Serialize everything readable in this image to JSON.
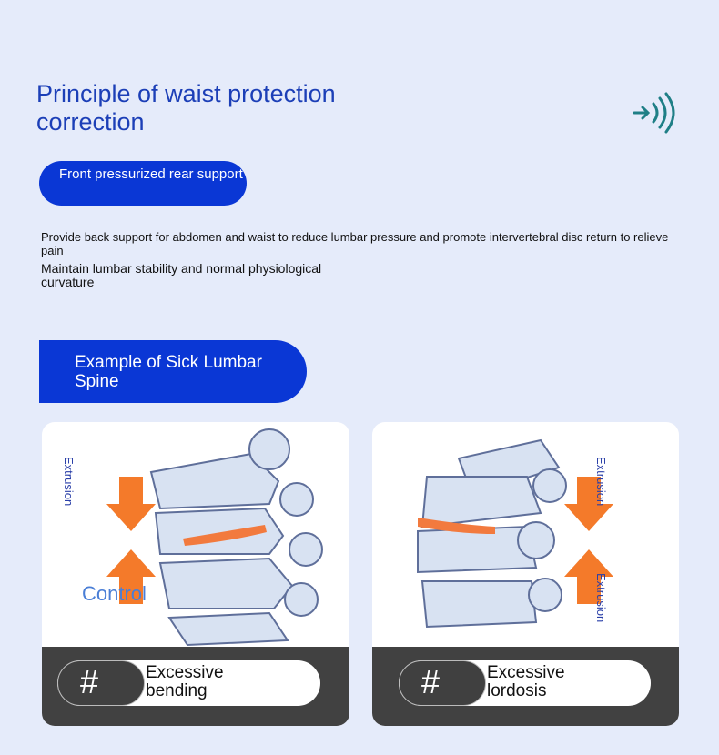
{
  "title": "Principle of waist protection correction",
  "sound_icon": "sound-wave-icon",
  "pill_label": "Front pressurized rear support",
  "desc1": "Provide back support for abdomen and waist to reduce lumbar pressure and promote intervertebral disc return to relieve pain",
  "desc2": "Maintain lumbar stability and normal physiological curvature",
  "section_title": "Example of Sick Lumbar Spine",
  "cards": [
    {
      "top_label": "Extrusion",
      "overlay": "Control",
      "hash": "#",
      "tag": "Excessive bending"
    },
    {
      "top_label": "Extrusion",
      "bottom_label": "Extrusion",
      "hash": "#",
      "tag": "Excessive lordosis"
    }
  ],
  "colors": {
    "accent": "#0a37d5",
    "arrow": "#f47a2a",
    "band": "#414141"
  }
}
